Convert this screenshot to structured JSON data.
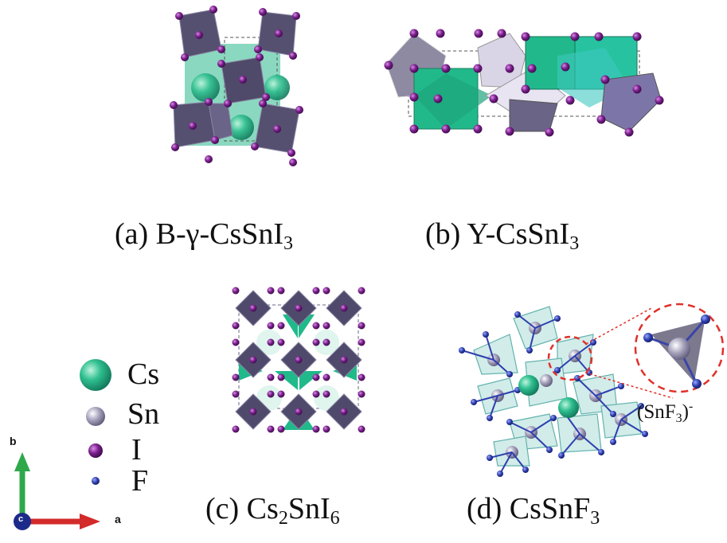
{
  "panels": {
    "a": {
      "label": "(a) B-γ-CsSnI",
      "sub": "3"
    },
    "b": {
      "label": "(b) Y-CsSnI",
      "sub": "3"
    },
    "c": {
      "pre": "(c) Cs",
      "sub1": "2",
      "mid": "SnI",
      "sub2": "6"
    },
    "d": {
      "label": "(d) CsSnF",
      "sub": "3"
    }
  },
  "legend": {
    "items": [
      {
        "symbol": "Cs",
        "color": "#2fbf8f"
      },
      {
        "symbol": "Sn",
        "color": "#8a86a4"
      },
      {
        "symbol": "I",
        "color": "#7a1f8c"
      },
      {
        "symbol": "F",
        "color": "#2e3fae"
      }
    ]
  },
  "axes": {
    "b_label": "b",
    "a_label": "a",
    "c_label": "c"
  },
  "inset": {
    "ion_pre": "(SnF",
    "ion_sub": "3",
    "ion_close": ")",
    "ion_sup": "-"
  },
  "colors": {
    "octahedron": "#5a5474",
    "cs_green": "#26b88a",
    "iodine": "#7a1f8c",
    "fluorine": "#2e3fae",
    "inset_circle": "#e0302a",
    "axis_b": "#2ea84a",
    "axis_a": "#d32a2a"
  }
}
